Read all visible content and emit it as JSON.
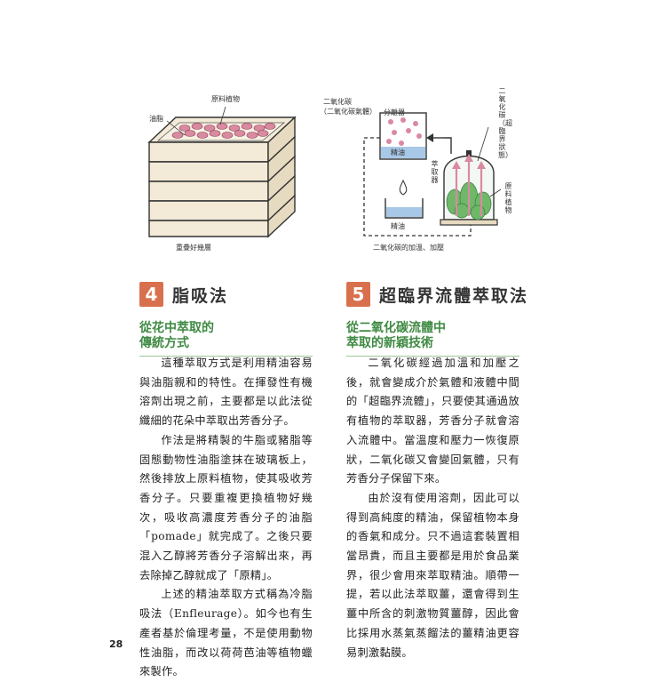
{
  "illustration_left": {
    "raw_plant_label": "原料植物",
    "fat_label": "油脂",
    "layers_label": "重疊好幾層"
  },
  "illustration_right": {
    "co2_label_line1": "二氧化碳",
    "co2_label_line2": "（二氧化碳氣體）",
    "separator_label": "分離器",
    "essential_oil_label_top": "精油",
    "extractor_label": "萃取器",
    "essential_oil_label_bottom": "精油",
    "supercritical_label": "二氧化碳（超臨界狀態）",
    "raw_plant_label": "原料植物",
    "pressurize_label": "二氧化碳的加溫、加壓"
  },
  "section4": {
    "number": "4",
    "title": "脂吸法",
    "subtitle_line1": "從花中萃取的",
    "subtitle_line2": "傳統方式",
    "paragraphs": [
      "這種萃取方式是利用精油容易與油脂親和的特性。在揮發性有機溶劑出現之前，主要都是以此法從纖細的花朵中萃取出芳香分子。",
      "作法是將精製的牛脂或豬脂等固態動物性油脂塗抹在玻璃板上，然後排放上原料植物，使其吸收芳香分子。只要重複更換植物好幾次，吸收高濃度芳香分子的油脂「pomade」就完成了。之後只要混入乙醇將芳香分子溶解出來，再去除掉乙醇就成了「原精」。",
      "上述的精油萃取方式稱為冷脂吸法（Enfleurage）。如今也有生產者基於倫理考量，不是使用動物性油脂，而改以荷荷芭油等植物蠟來製作。"
    ]
  },
  "section5": {
    "number": "5",
    "title": "超臨界流體萃取法",
    "subtitle_line1": "從二氧化碳流體中",
    "subtitle_line2": "萃取的新穎技術",
    "paragraphs": [
      "二氧化碳經過加溫和加壓之後，就會變成介於氣體和液體中間的「超臨界流體」，只要使其通過放有植物的萃取器，芳香分子就會溶入流體中。當溫度和壓力一恢復原狀，二氧化碳又會變回氣體，只有芳香分子保留下來。",
      "由於沒有使用溶劑，因此可以得到高純度的精油，保留植物本身的香氣和成分。只不過這套裝置相當昂貴，而且主要都是用於食品業界，很少會用來萃取精油。順帶一提，若以此法萃取薑，還會得到生薑中所含的刺激物質薑醇，因此會比採用水蒸氣蒸餾法的薑精油更容易刺激黏膜。"
    ]
  },
  "page_number": "28",
  "colors": {
    "badge": "#d9704d",
    "subtitle_green": "#3f8a43",
    "oil_blue": "#a8c8e8",
    "flower_pink": "#d98aa0",
    "plant_green": "#6fb86a"
  }
}
